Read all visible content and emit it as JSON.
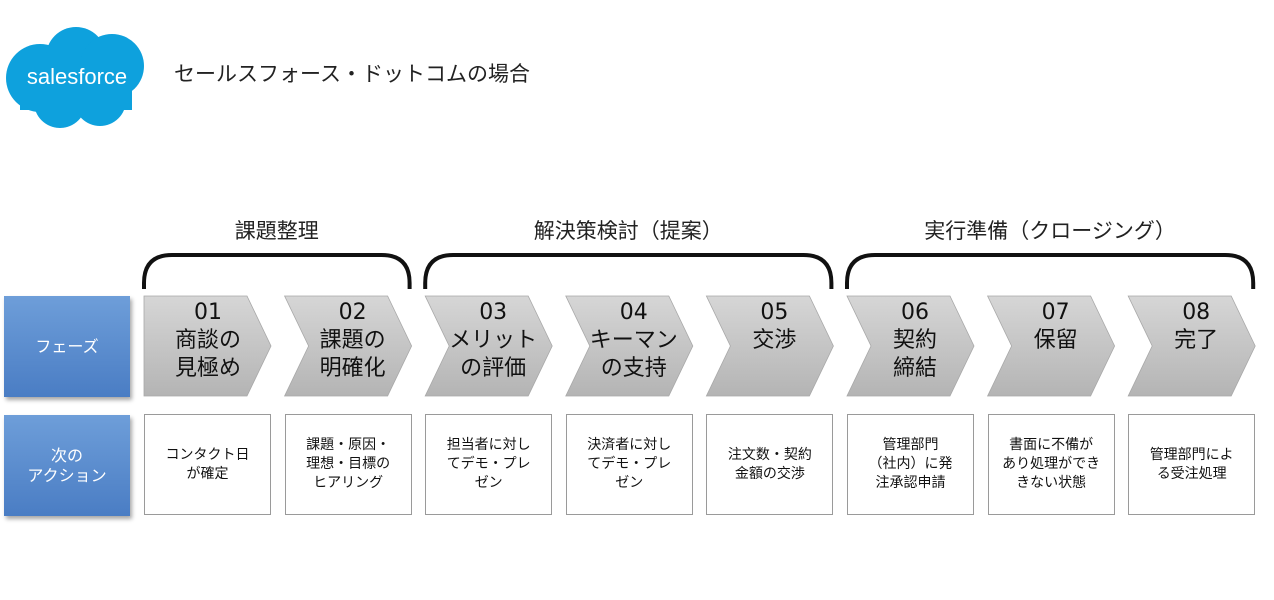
{
  "logo": {
    "text": "salesforce",
    "color": "#0ea1dd",
    "icon": "salesforce-cloud-logo"
  },
  "title": "セールスフォース・ドットコムの場合",
  "groups": [
    {
      "label": "課題整理"
    },
    {
      "label": "解決策検討（提案）"
    },
    {
      "label": "実行準備（クロージング）"
    }
  ],
  "row_labels": {
    "phase": "フェーズ",
    "action": "次の\nアクション"
  },
  "phases": [
    {
      "num": "01",
      "name": "商談の\n見極め"
    },
    {
      "num": "02",
      "name": "課題の\n明確化"
    },
    {
      "num": "03",
      "name": "メリット\nの評価"
    },
    {
      "num": "04",
      "name": "キーマン\nの支持"
    },
    {
      "num": "05",
      "name": "交渉"
    },
    {
      "num": "06",
      "name": "契約\n締結"
    },
    {
      "num": "07",
      "name": "保留"
    },
    {
      "num": "08",
      "name": "完了"
    }
  ],
  "actions": [
    "コンタクト日\nが確定",
    "課題・原因・\n理想・目標の\nヒアリング",
    "担当者に対し\nてデモ・プレ\nゼン",
    "決済者に対し\nてデモ・プレ\nゼン",
    "注文数・契約\n金額の交渉",
    "管理部門\n（社内）に発\n注承認申請",
    "書面に不備が\nあり処理ができ\nきない状態",
    "管理部門によ\nる受注処理"
  ],
  "colors": {
    "row_label": "#4a7dc4",
    "chevron": "#c0c0c0",
    "brace": "#111111"
  }
}
